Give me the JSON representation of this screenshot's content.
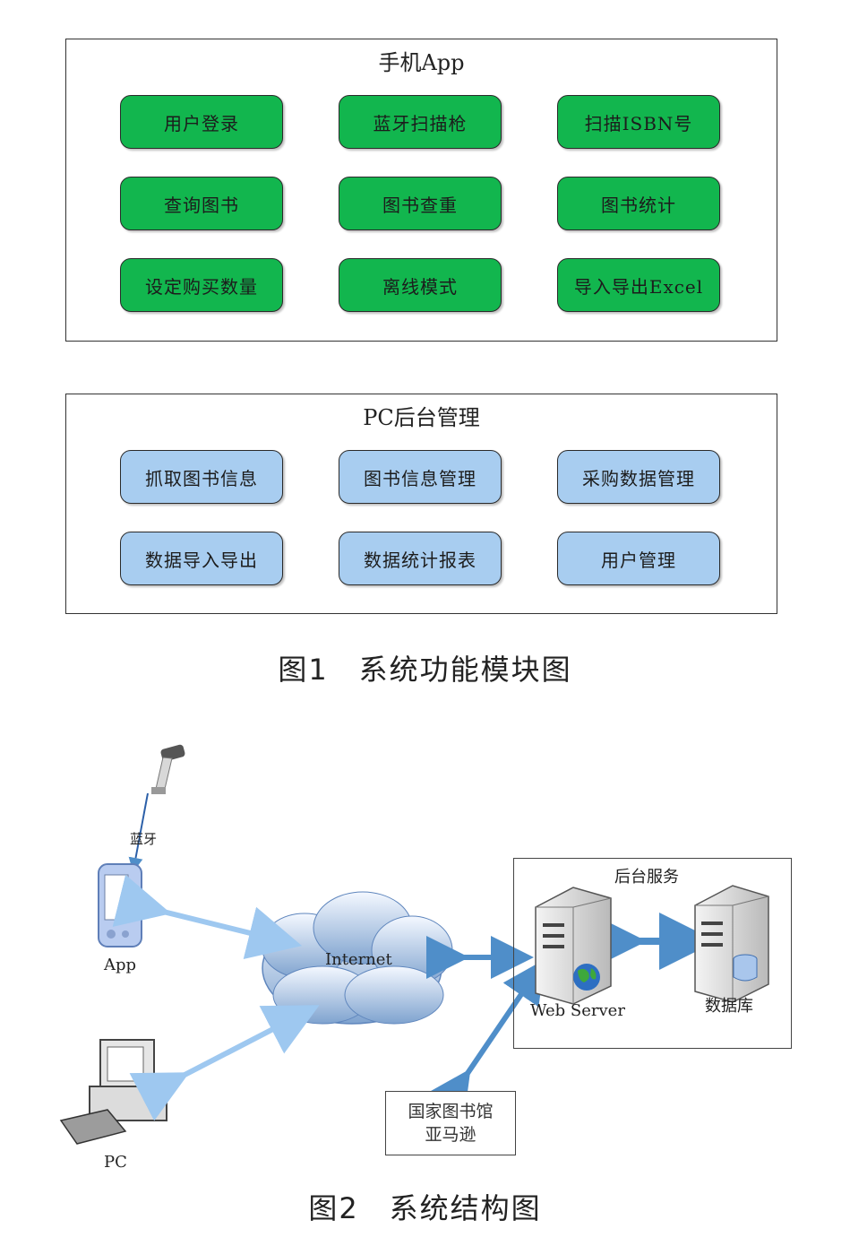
{
  "figure1": {
    "app_panel": {
      "title": "手机App",
      "modules": [
        "用户登录",
        "蓝牙扫描枪",
        "扫描ISBN号",
        "查询图书",
        "图书查重",
        "图书统计",
        "设定购买数量",
        "离线模式",
        "导入导出Excel"
      ]
    },
    "pc_panel": {
      "title": "PC后台管理",
      "modules": [
        "抓取图书信息",
        "图书信息管理",
        "采购数据管理",
        "数据导入导出",
        "数据统计报表",
        "用户管理"
      ]
    },
    "caption": "图1　系统功能模块图",
    "colors": {
      "app_module": "#12b64e",
      "pc_module": "#a8cdf0"
    }
  },
  "figure2": {
    "bluetooth_label": "蓝牙",
    "app_label": "App",
    "pc_label": "PC",
    "cloud_label": "Internet",
    "backend_title": "后台服务",
    "webserver_label": "Web Server",
    "database_label": "数据库",
    "external_sources": [
      "国家图书馆",
      "亚马逊"
    ],
    "caption": "图2　系统结构图",
    "icons": [
      "barcode-scanner-icon",
      "handheld-device-icon",
      "desktop-pc-icon",
      "cloud-icon",
      "server-icon",
      "globe-icon",
      "database-server-icon"
    ]
  }
}
